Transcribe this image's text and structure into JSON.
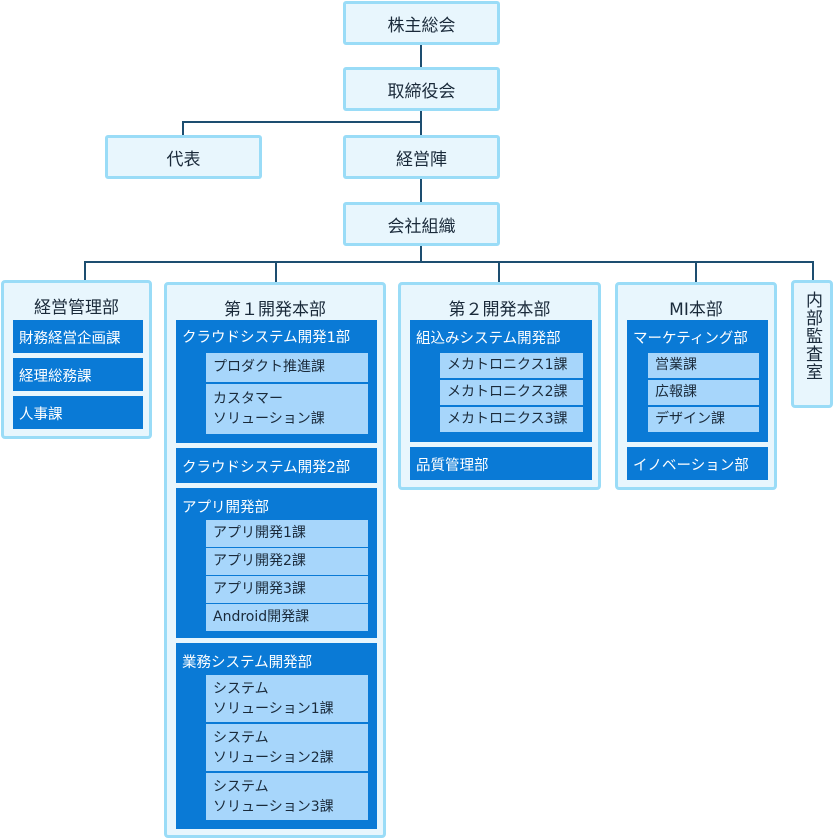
{
  "top": {
    "shareholders": "株主総会",
    "board": "取締役会",
    "representative": "代表",
    "management": "経営陣",
    "organization": "会社組織"
  },
  "departments": {
    "admin": {
      "title": "経営管理部",
      "items": [
        "財務経営企画課",
        "経理総務課",
        "人事課"
      ]
    },
    "dev1": {
      "title": "第１開発本部",
      "cloud1": {
        "label": "クラウドシステム開発1部",
        "items": [
          "プロダクト推進課",
          "カスタマー",
          "ソリューション課"
        ]
      },
      "cloud2": {
        "label": "クラウドシステム開発2部"
      },
      "app": {
        "label": "アプリ開発部",
        "items": [
          "アプリ開発1課",
          "アプリ開発2課",
          "アプリ開発3課",
          "Android開発課"
        ]
      },
      "business": {
        "label": "業務システム開発部",
        "items": [
          [
            "システム",
            "ソリューション1課"
          ],
          [
            "システム",
            "ソリューション2課"
          ],
          [
            "システム",
            "ソリューション3課"
          ]
        ]
      }
    },
    "dev2": {
      "title": "第２開発本部",
      "embedded": {
        "label": "組込みシステム開発部",
        "items": [
          "メカトロニクス1課",
          "メカトロニクス2課",
          "メカトロニクス3課"
        ]
      },
      "quality": {
        "label": "品質管理部"
      }
    },
    "mi": {
      "title": "MI本部",
      "marketing": {
        "label": "マーケティング部",
        "items": [
          "営業課",
          "広報課",
          "デザイン課"
        ]
      },
      "innovation": {
        "label": "イノベーション部"
      }
    },
    "audit": {
      "title": "内部監査室"
    }
  },
  "colors": {
    "box_fill": "#e8f6fd",
    "box_border": "#9adcf7",
    "section_blue": "#0a7ad6",
    "item_blue": "#a7d6fb",
    "connector": "#1d4e70"
  }
}
